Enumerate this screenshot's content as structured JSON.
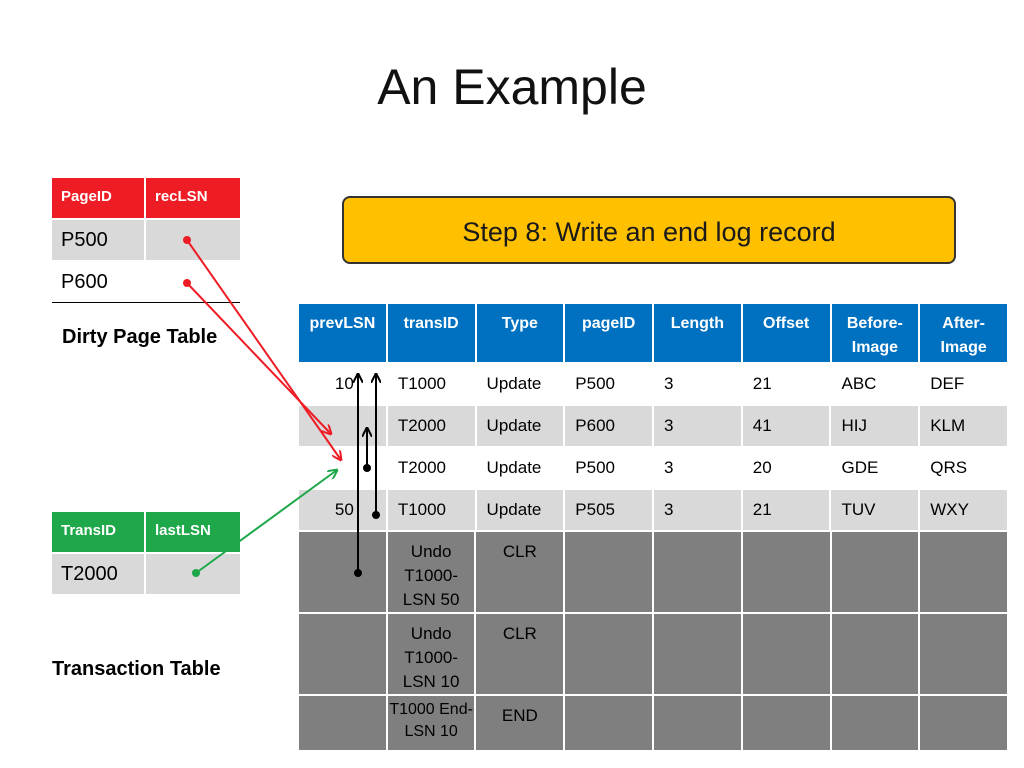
{
  "slide": {
    "title": "An Example"
  },
  "dirty_page_table": {
    "headers": [
      "PageID",
      "recLSN"
    ],
    "rows": [
      {
        "page": "P500"
      },
      {
        "page": "P600"
      }
    ],
    "label": "Dirty Page Table",
    "header_color": "#ee1c25"
  },
  "transaction_table": {
    "headers": [
      "TransID",
      "lastLSN"
    ],
    "rows": [
      {
        "trans": "T2000"
      }
    ],
    "label": "Transaction Table",
    "header_color": "#1ea84a"
  },
  "step": {
    "text": "Step 8: Write an end log record",
    "color": "#ffc000"
  },
  "log_table": {
    "headers": [
      "prevLSN",
      "transID",
      "Type",
      "pageID",
      "Length",
      "Offset",
      "Before-\nImage",
      "After-\nImage"
    ],
    "rows": [
      [
        "10",
        "T1000",
        "Update",
        "P500",
        "3",
        "21",
        "ABC",
        "DEF"
      ],
      [
        "",
        "T2000",
        "Update",
        "P600",
        "3",
        "41",
        "HIJ",
        "KLM"
      ],
      [
        "",
        "T2000",
        "Update",
        "P500",
        "3",
        "20",
        "GDE",
        "QRS"
      ],
      [
        "50",
        "T1000",
        "Update",
        "P505",
        "3",
        "21",
        "TUV",
        "WXY"
      ],
      [
        "",
        "Undo\nT1000-\nLSN 50",
        "CLR",
        "",
        "",
        "",
        "",
        ""
      ],
      [
        "",
        "Undo\nT1000-\nLSN 10",
        "CLR",
        "",
        "",
        "",
        "",
        ""
      ],
      [
        "",
        "T1000 End-\nLSN 10",
        "END",
        "",
        "",
        "",
        "",
        ""
      ]
    ],
    "header_color": "#0070c0"
  },
  "colors": {
    "red_pointer": "#ee1c25",
    "green_pointer": "#1ea84a",
    "black_pointer": "#000000"
  }
}
